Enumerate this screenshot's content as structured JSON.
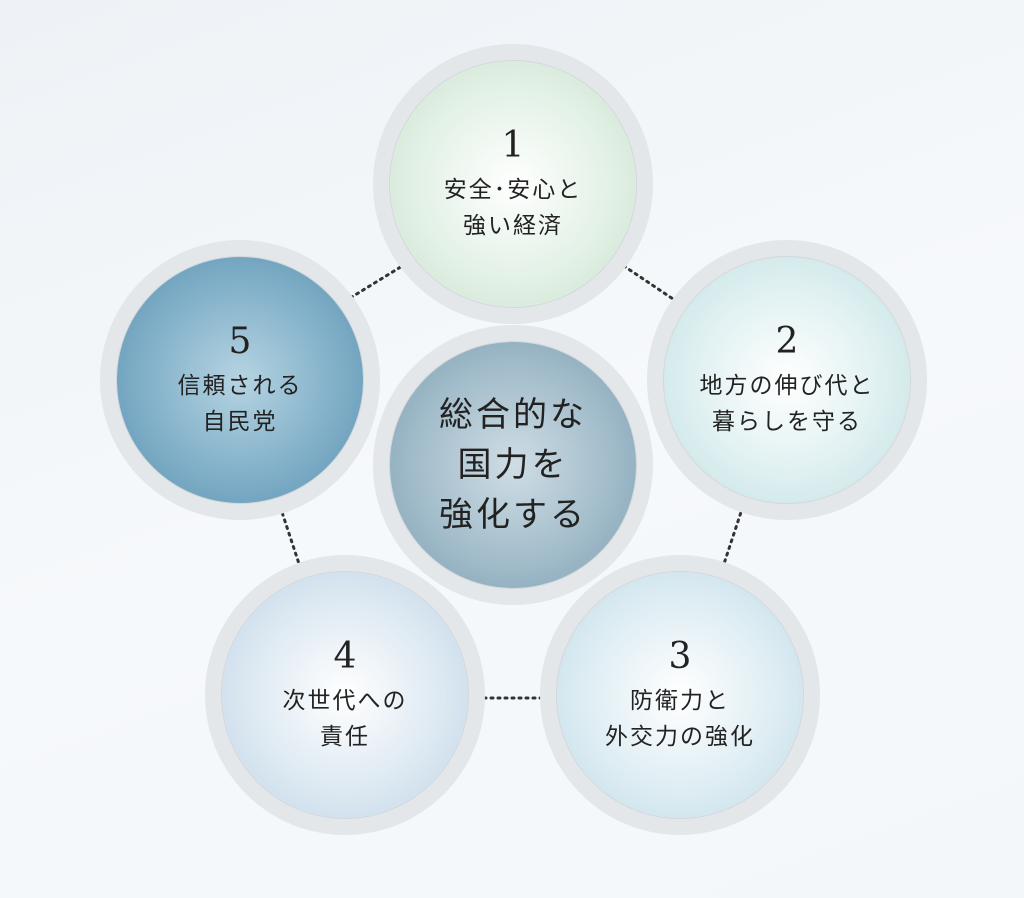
{
  "center": {
    "lines": [
      "総合的な",
      "国力を",
      "強化する"
    ]
  },
  "items": [
    {
      "number": "1",
      "lines": [
        "安全･安心と",
        "強い経済"
      ],
      "color": "#c8e2cd"
    },
    {
      "number": "2",
      "lines": [
        "地方の伸び代と",
        "暮らしを守る"
      ],
      "color": "#bfe0e2"
    },
    {
      "number": "3",
      "lines": [
        "防衛力と",
        "外交力の強化"
      ],
      "color": "#bfdae6"
    },
    {
      "number": "4",
      "lines": [
        "次世代への",
        "責任"
      ],
      "color": "#bcd3e6"
    },
    {
      "number": "5",
      "lines": [
        "信頼される",
        "自民党"
      ],
      "color": "#5a92b1"
    }
  ]
}
